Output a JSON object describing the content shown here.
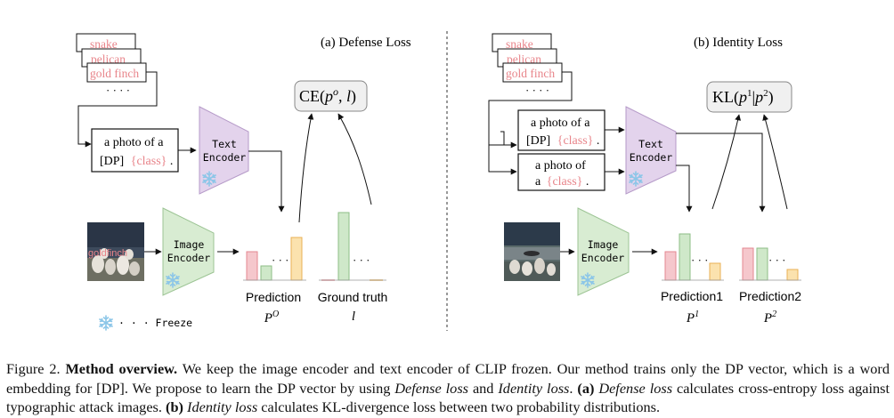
{
  "panel_a": {
    "title": "(a) Defense Loss",
    "class_cards": [
      "snake",
      "pelican",
      "gold finch"
    ],
    "cards_ellipsis": "· · · ·",
    "prompt_line1": "a photo of a",
    "prompt_dp": "[DP]",
    "prompt_class": "{class}",
    "prompt_period": ".",
    "text_encoder": [
      "Text",
      "Encoder"
    ],
    "image_encoder": [
      "Image",
      "Encoder"
    ],
    "image_overlay_text": "goldfinch",
    "loss_ce": "CE(",
    "loss_p": "p",
    "loss_o_sup": "o",
    "loss_sep": ", ",
    "loss_l": "l",
    "loss_close": ")",
    "bars_ellipsis": "· · ·",
    "prediction_label": "Prediction",
    "prediction_sym": "P",
    "prediction_sup": "O",
    "gt_label": "Ground truth",
    "gt_sym": "l",
    "freeze_legend": "· · · Freeze"
  },
  "panel_b": {
    "title": "(b) Identity Loss",
    "class_cards": [
      "snake",
      "pelican",
      "gold finch"
    ],
    "cards_ellipsis": "· · · ·",
    "prompt1_line1": "a photo of a",
    "prompt1_dp": "[DP]",
    "prompt1_class": "{class}",
    "prompt1_period": ".",
    "prompt2_line1": "a photo of",
    "prompt2_a": "a",
    "prompt2_class": "{class}",
    "prompt2_period": ".",
    "text_encoder": [
      "Text",
      "Encoder"
    ],
    "image_encoder": [
      "Image",
      "Encoder"
    ],
    "loss_kl": "KL(",
    "loss_p1": "p",
    "loss_sup1": "1",
    "loss_bar": "|",
    "loss_p2": "p",
    "loss_sup2": "2",
    "loss_close": ")",
    "bars_ellipsis": "· · ·",
    "prediction1_label": "Prediction1",
    "prediction1_sym": "P",
    "prediction1_sup": "1",
    "prediction2_label": "Prediction2",
    "prediction2_sym": "P",
    "prediction2_sup": "2"
  },
  "colors": {
    "class_text": "#e8848a",
    "text_encoder_fill": "#e3d3ec",
    "text_encoder_stroke": "#b59ac8",
    "image_encoder_fill": "#d8ecd2",
    "image_encoder_stroke": "#9cc494",
    "snowflake": "#8cc6e8",
    "bar_red": "#f5c7cc",
    "bar_red_stroke": "#e48791",
    "bar_green": "#cfe8c9",
    "bar_green_stroke": "#8dbe86",
    "bar_yellow": "#fbe2ae",
    "bar_yellow_stroke": "#eab054"
  },
  "caption": {
    "figure_label": "Figure 2.",
    "heading": "Method overview.",
    "text1": "We keep the image encoder and text encoder of CLIP frozen. Our method trains only the DP vector, which is a word embedding for [DP]. We propose to learn the DP vector by using",
    "term_defense": "Defense loss",
    "and": "and",
    "term_identity": "Identity loss",
    "period": ".",
    "part_a": "(a)",
    "term_defense2": "Defense loss",
    "text2": "calculates cross-entropy loss against typographic attack images.",
    "part_b": "(b)",
    "term_identity2": "Identity loss",
    "text3": "calculates KL-divergence loss between two probability distributions."
  }
}
